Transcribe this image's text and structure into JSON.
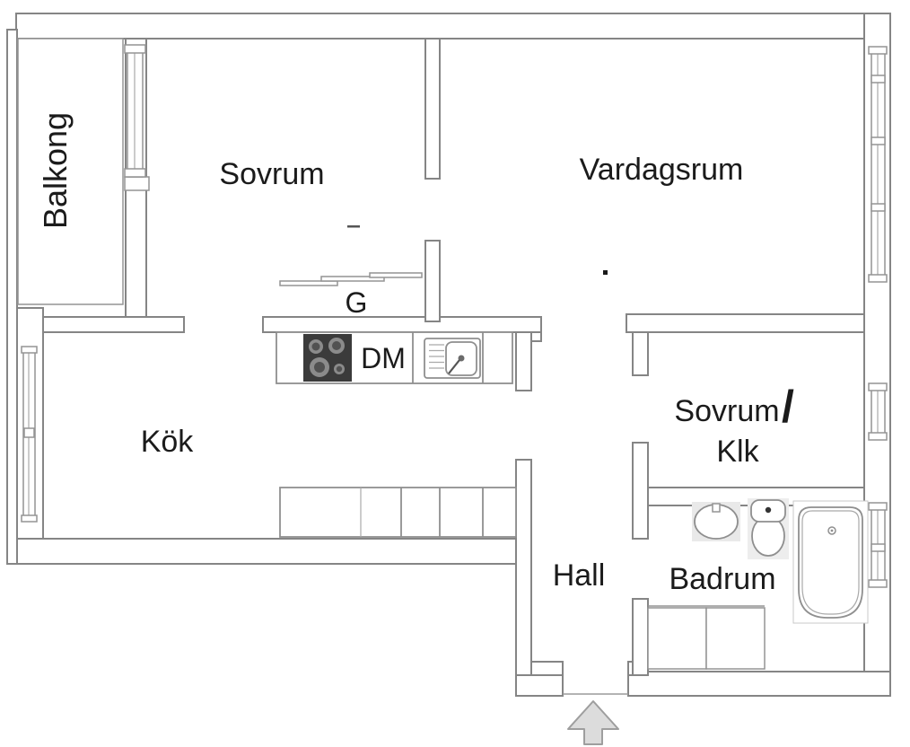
{
  "plan": {
    "background_color": "#ffffff",
    "wall_color": "#858585",
    "label_color": "#1b1b1b",
    "stove_color": "#3b3b3b",
    "arrow_color": "#dcdcdc",
    "rooms": {
      "balkong": {
        "label": "Balkong"
      },
      "sovrum": {
        "label": "Sovrum"
      },
      "vardagsrum": {
        "label": "Vardagsrum"
      },
      "kok": {
        "label": "Kök"
      },
      "sovrum_klk": {
        "line1": "Sovrum",
        "separator": "/",
        "line2": "Klk"
      },
      "hall": {
        "label": "Hall"
      },
      "badrum": {
        "label": "Badrum"
      }
    },
    "labels": {
      "closet": "G",
      "dishwasher": "DM"
    },
    "icons": {
      "stove": "stove-icon",
      "kitchen_sink": "kitchen-sink-icon",
      "bathroom_sink": "washbasin-icon",
      "toilet": "toilet-icon",
      "bathtub": "bathtub-icon",
      "wardrobe": "wardrobe-icon",
      "entrance": "entrance-arrow-icon",
      "window": "window-icon",
      "balcony_door": "balcony-door-icon",
      "sliding_doors": "sliding-door-rails-icon"
    }
  }
}
